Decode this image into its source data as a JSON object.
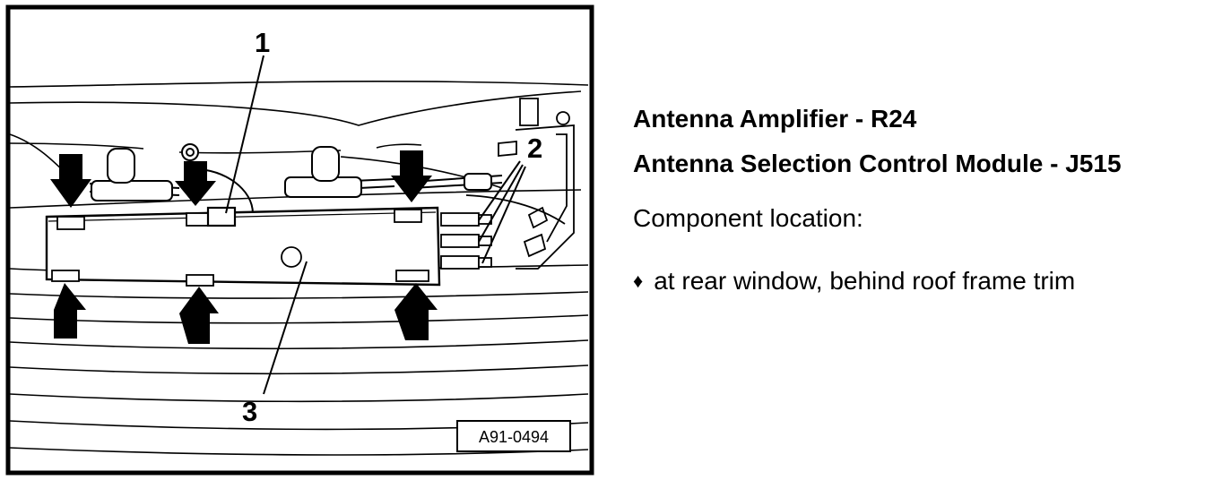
{
  "figure": {
    "callouts": [
      "1",
      "2",
      "3"
    ],
    "reference_code": "A91-0494",
    "arrow_icon": "down-arrow-icon"
  },
  "info": {
    "titles": [
      "Antenna Amplifier - R24",
      "Antenna Selection Control Module - J515"
    ],
    "subtitle": "Component location:",
    "bullet_icon": "diamond-bullet-icon",
    "bullet_glyph": "♦",
    "bullets": [
      "at rear window, behind roof frame trim"
    ]
  }
}
